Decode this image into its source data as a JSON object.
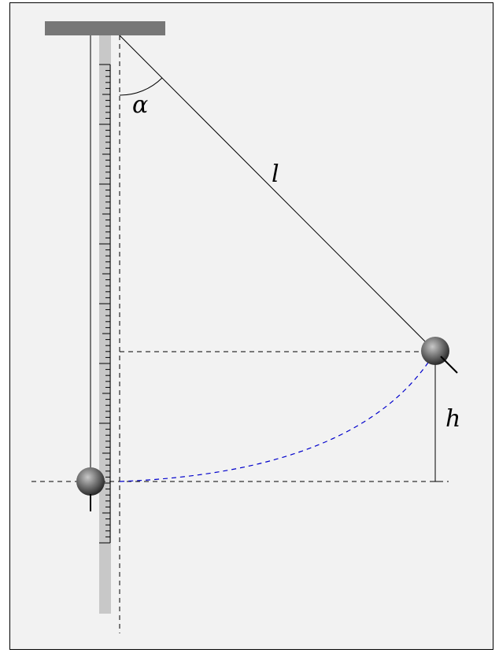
{
  "labels": {
    "angle": "α",
    "length": "l",
    "height": "h"
  },
  "colors": {
    "background": "#f2f2f2",
    "frame": "#000000",
    "support": "#777777",
    "ruler": "#c8c8c8",
    "line": "#000000",
    "trajectory": "#0000cc",
    "bob_light": "#c8c8c8",
    "bob_dark": "#2a2a2a"
  },
  "icons": {
    "bob": "sphere",
    "support": "ceiling-bar"
  }
}
